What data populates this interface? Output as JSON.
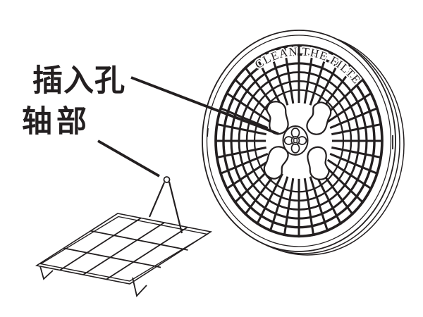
{
  "colors": {
    "ink": "#231f20",
    "background": "#ffffff"
  },
  "labels": {
    "insertion_hole": "插入孔",
    "shaft": "轴部"
  },
  "filter_disc": {
    "rim_text": "CLEAN THE FILTER"
  }
}
